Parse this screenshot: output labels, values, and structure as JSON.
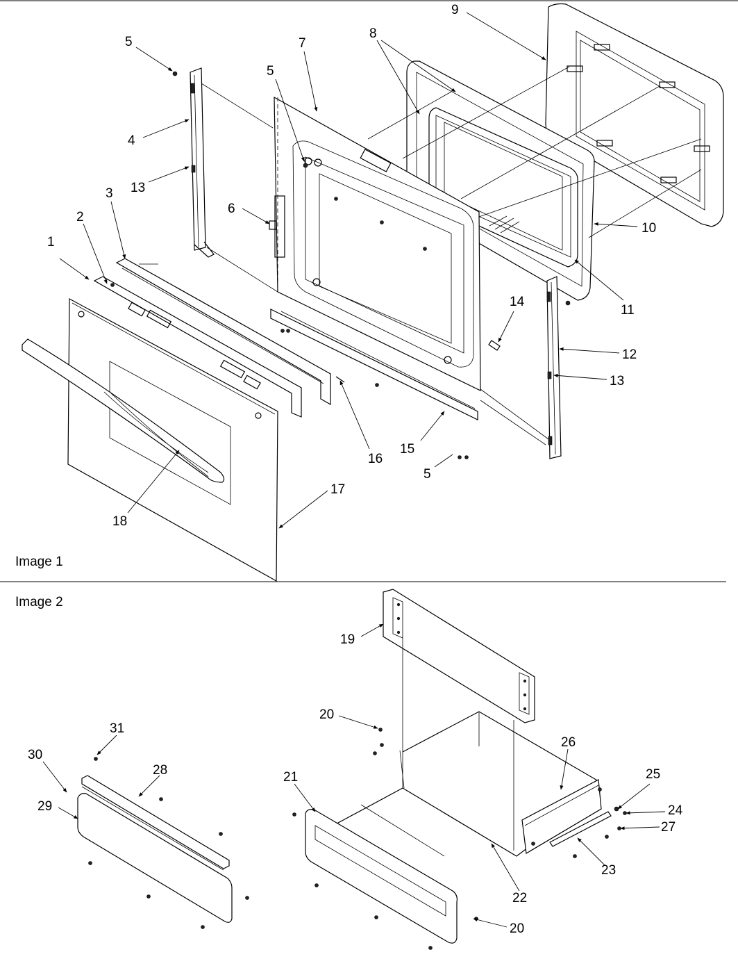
{
  "image1": {
    "label": "Image 1"
  },
  "image2": {
    "label": "Image 2"
  },
  "callouts": {
    "c1": "1",
    "c2": "2",
    "c3": "3",
    "c4": "4",
    "c5a": "5",
    "c5b": "5",
    "c5c": "5",
    "c6": "6",
    "c7": "7",
    "c8": "8",
    "c9": "9",
    "c10": "10",
    "c11": "11",
    "c12": "12",
    "c13a": "13",
    "c13b": "13",
    "c14": "14",
    "c15": "15",
    "c16": "16",
    "c17": "17",
    "c18": "18",
    "c19": "19",
    "c20a": "20",
    "c20b": "20",
    "c21": "21",
    "c22": "22",
    "c23": "23",
    "c24": "24",
    "c25": "25",
    "c26": "26",
    "c27": "27",
    "c28": "28",
    "c29": "29",
    "c30": "30",
    "c31": "31"
  }
}
